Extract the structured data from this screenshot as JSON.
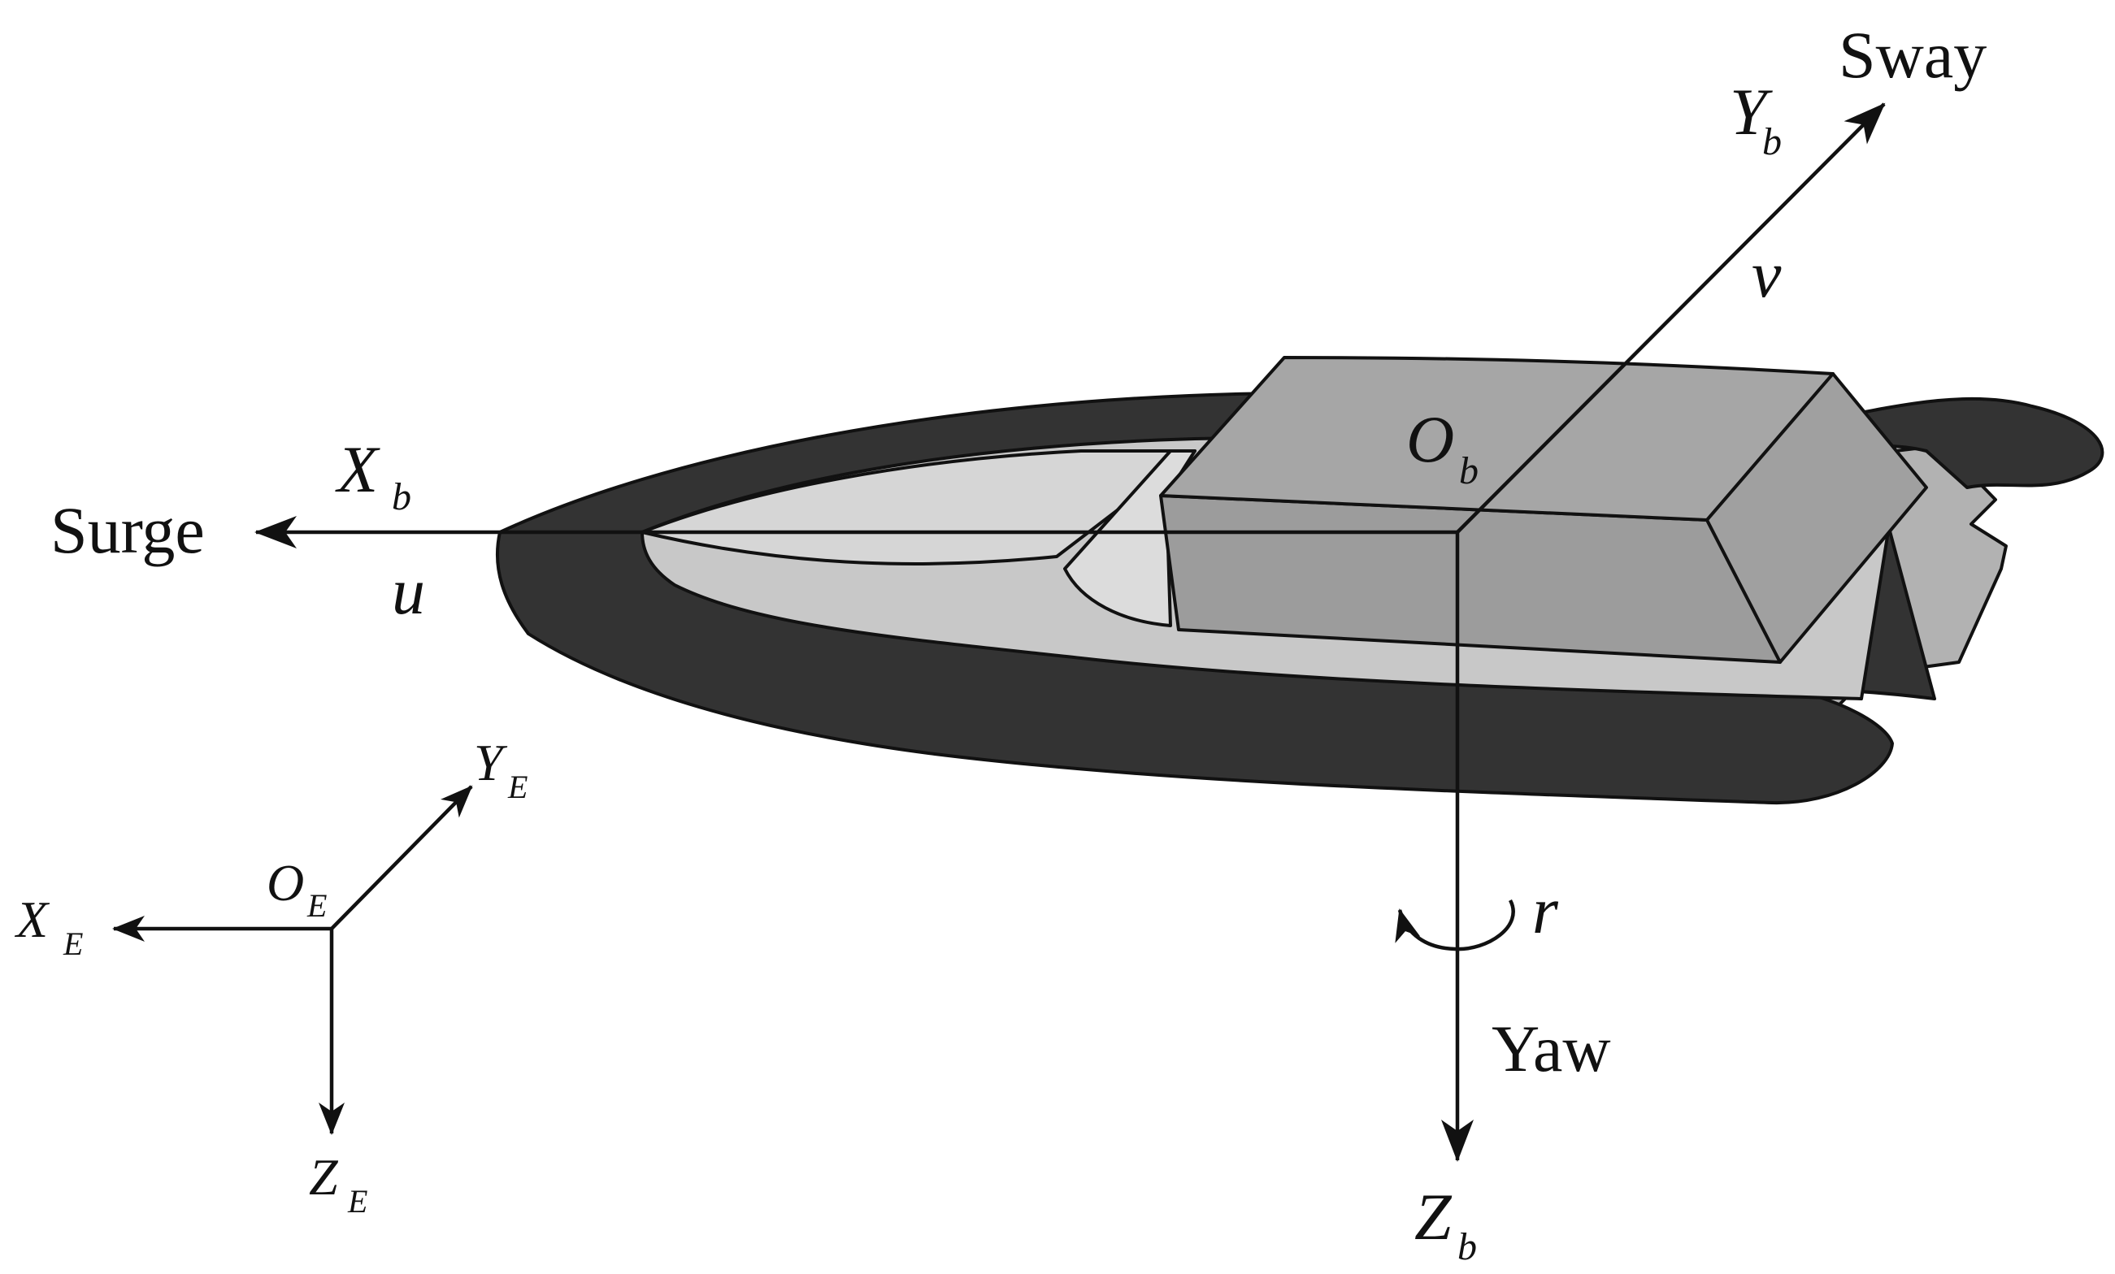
{
  "diagram": {
    "body_frame": {
      "surge": {
        "word": "Surge",
        "axis": "X",
        "axis_sub": "b",
        "velocity": "u"
      },
      "sway": {
        "word": "Sway",
        "axis": "Y",
        "axis_sub": "b",
        "velocity": "v"
      },
      "yaw": {
        "word": "Yaw",
        "axis": "Z",
        "axis_sub": "b",
        "rate": "r"
      },
      "origin": {
        "name": "O",
        "sub": "b"
      }
    },
    "earth_frame": {
      "origin": {
        "name": "O",
        "sub": "E"
      },
      "x": {
        "name": "X",
        "sub": "E"
      },
      "y": {
        "name": "Y",
        "sub": "E"
      },
      "z": {
        "name": "Z",
        "sub": "E"
      }
    },
    "colors": {
      "hull_dark": "#333333",
      "deck_light": "#c8c8c8",
      "deck_lighter": "#dcdcdc",
      "cabin": "#a0a0a0",
      "cabin_top": "#a6a6a6",
      "stern": "#b2b2b2",
      "ink": "#111111"
    }
  }
}
